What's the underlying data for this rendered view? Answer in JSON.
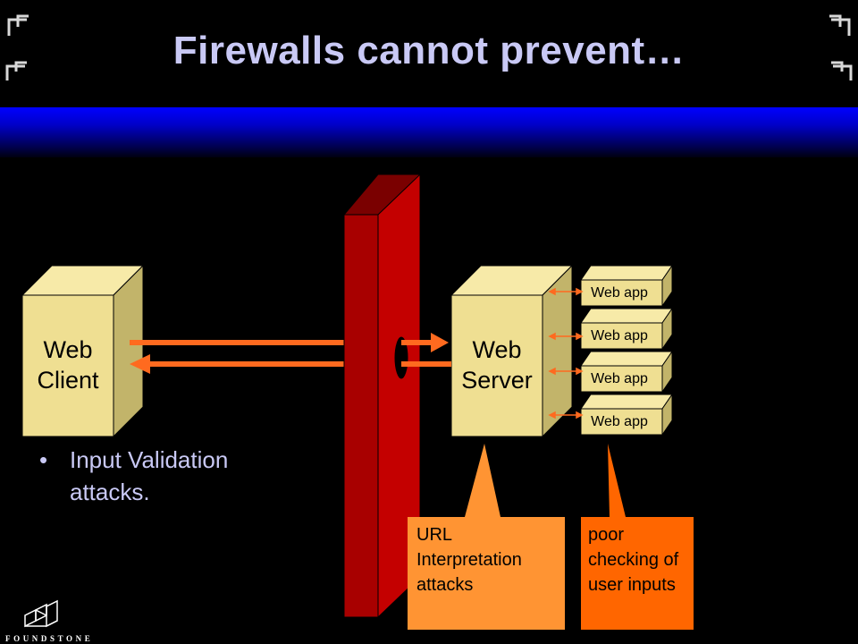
{
  "title": "Firewalls cannot prevent…",
  "diagram": {
    "web_client_label": [
      "Web",
      "Client"
    ],
    "web_server_label": [
      "Web",
      "Server"
    ],
    "web_apps": [
      "Web app",
      "Web app",
      "Web app",
      "Web app"
    ],
    "callout_left": "URL Interpretation attacks",
    "callout_right": "poor checking of user inputs"
  },
  "bullet": {
    "marker": "•",
    "text": "Input Validation attacks."
  },
  "logo": {
    "name": "FOUNDSTONE"
  },
  "colors": {
    "title": "#c9c9f5",
    "band": "#0000ff",
    "box_face": "#f2e29a",
    "wall": "#a80000",
    "arrow": "#ff6a1f",
    "callout_left": "#ff9433",
    "callout_right": "#ff6600"
  }
}
